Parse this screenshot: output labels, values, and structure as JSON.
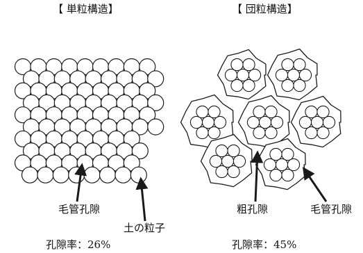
{
  "left_panel": {
    "title": "【 単粒構造】",
    "pore_label": "毛管孔隙",
    "particle_label": "土の粒子",
    "porosity": "孔隙率：26%"
  },
  "right_panel": {
    "title": "【 団粒構造】",
    "coarse_pore_label": "粗孔隙",
    "pore_label": "毛管孔隙",
    "porosity": "孔隙率：45%"
  },
  "colors": {
    "stroke": "#1a1a1a",
    "fill": "#ffffff"
  }
}
